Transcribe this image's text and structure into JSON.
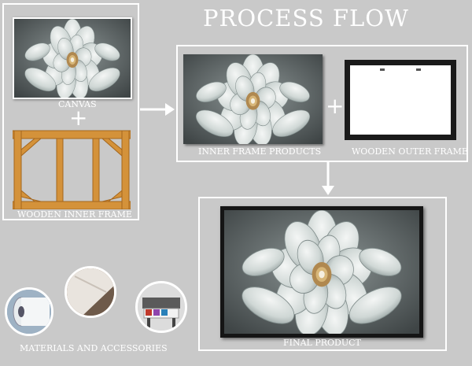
{
  "header": {
    "title": "PROCESS  FLOW"
  },
  "steps": {
    "canvas_label": "CANVAS",
    "plus_symbol": "+",
    "inner_frame_label": "WOODEN INNER FRAME",
    "inner_products_label": "INNER FRAME PRODUCTS",
    "outer_frame_label": "WOODEN OUTER FRAME",
    "final_label": "FINAL PRODUCT",
    "materials_label": "MATERIALS AND ACCESSORIES"
  },
  "colors": {
    "background": "#c9c9c9",
    "frame_wood": "#d4923a",
    "outer_frame": "#1a1a1a",
    "box_border": "#ffffff"
  },
  "icons": [
    "flower-canvas-image",
    "wooden-frame-image",
    "black-frame-image",
    "canvas-roll-image",
    "canvas-corner-image",
    "printer-image"
  ]
}
